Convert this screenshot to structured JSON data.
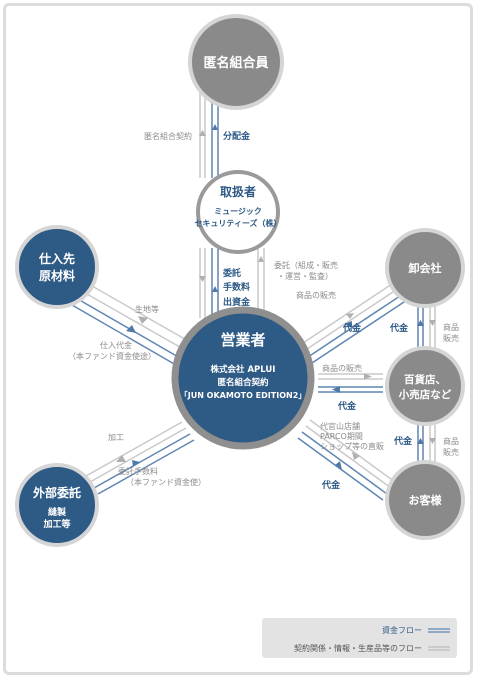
{
  "nodes": {
    "tokumei": {
      "title": "匿名組合員"
    },
    "toriatsukai": {
      "title": "取扱者",
      "line1": "ミュージック",
      "line2": "セキュリティーズ（株）"
    },
    "shiiresaki": {
      "line1": "仕入先",
      "line2": "原材料"
    },
    "eigyosha": {
      "title": "営業者",
      "line1": "株式会社 APLUI",
      "line2": "匿名組合契約",
      "line3": "「JUN OKAMOTO EDITION2」"
    },
    "oroshi": {
      "title": "卸会社"
    },
    "hyakkaten": {
      "line1": "百貨店、",
      "line2": "小売店など"
    },
    "gaibu": {
      "title": "外部委託",
      "line1": "縫製",
      "line2": "加工等"
    },
    "okyakusama": {
      "title": "お客様"
    }
  },
  "labels": {
    "tokumei_keiyaku": "匿名組合契約",
    "haibunkin": "分配金",
    "itaku": "委託",
    "tesuryo": "手数料",
    "shusshikin": "出資金",
    "itaku_kumisei_1": "委託（組成・販売",
    "itaku_kumisei_2": "・運営・監査）",
    "kiji_nado": "生地等",
    "shiire_daikin_1": "仕入代金",
    "shiire_daikin_2": "（本ファンド資金使途）",
    "shohin_hanbai_oroshi": "商品の販売",
    "daikin_oroshi": "代金",
    "daikin_left_mid": "代金",
    "shohin_hanbai_right_1": "商品",
    "shohin_hanbai_right_2": "販売",
    "shohin_hanbai_hyakka": "商品の販売",
    "daikin_hyakka": "代金",
    "daikanyama_1": "代官山店舗",
    "daikanyama_2": "PARCO期間",
    "daikanyama_3": "ショップ等の直販",
    "daikin_right_low": "代金",
    "shohin_hanbai_right2_1": "商品",
    "shohin_hanbai_right2_2": "販売",
    "kako": "加工",
    "itaku_tesuryo_1": "委託手数料",
    "itaku_tesuryo_2": "（本ファンド資金使）",
    "daikin_okyaku": "代金"
  },
  "legend": {
    "money_flow": "資金フロー",
    "contract_flow": "契約関係・情報・生産品等のフロー"
  },
  "colors": {
    "navy": "#2e5a86",
    "gray_node": "#8a8a8a",
    "ring": "#9a9a9a",
    "money_line": "#5f86b3",
    "contract_line": "#c4c4c4"
  }
}
